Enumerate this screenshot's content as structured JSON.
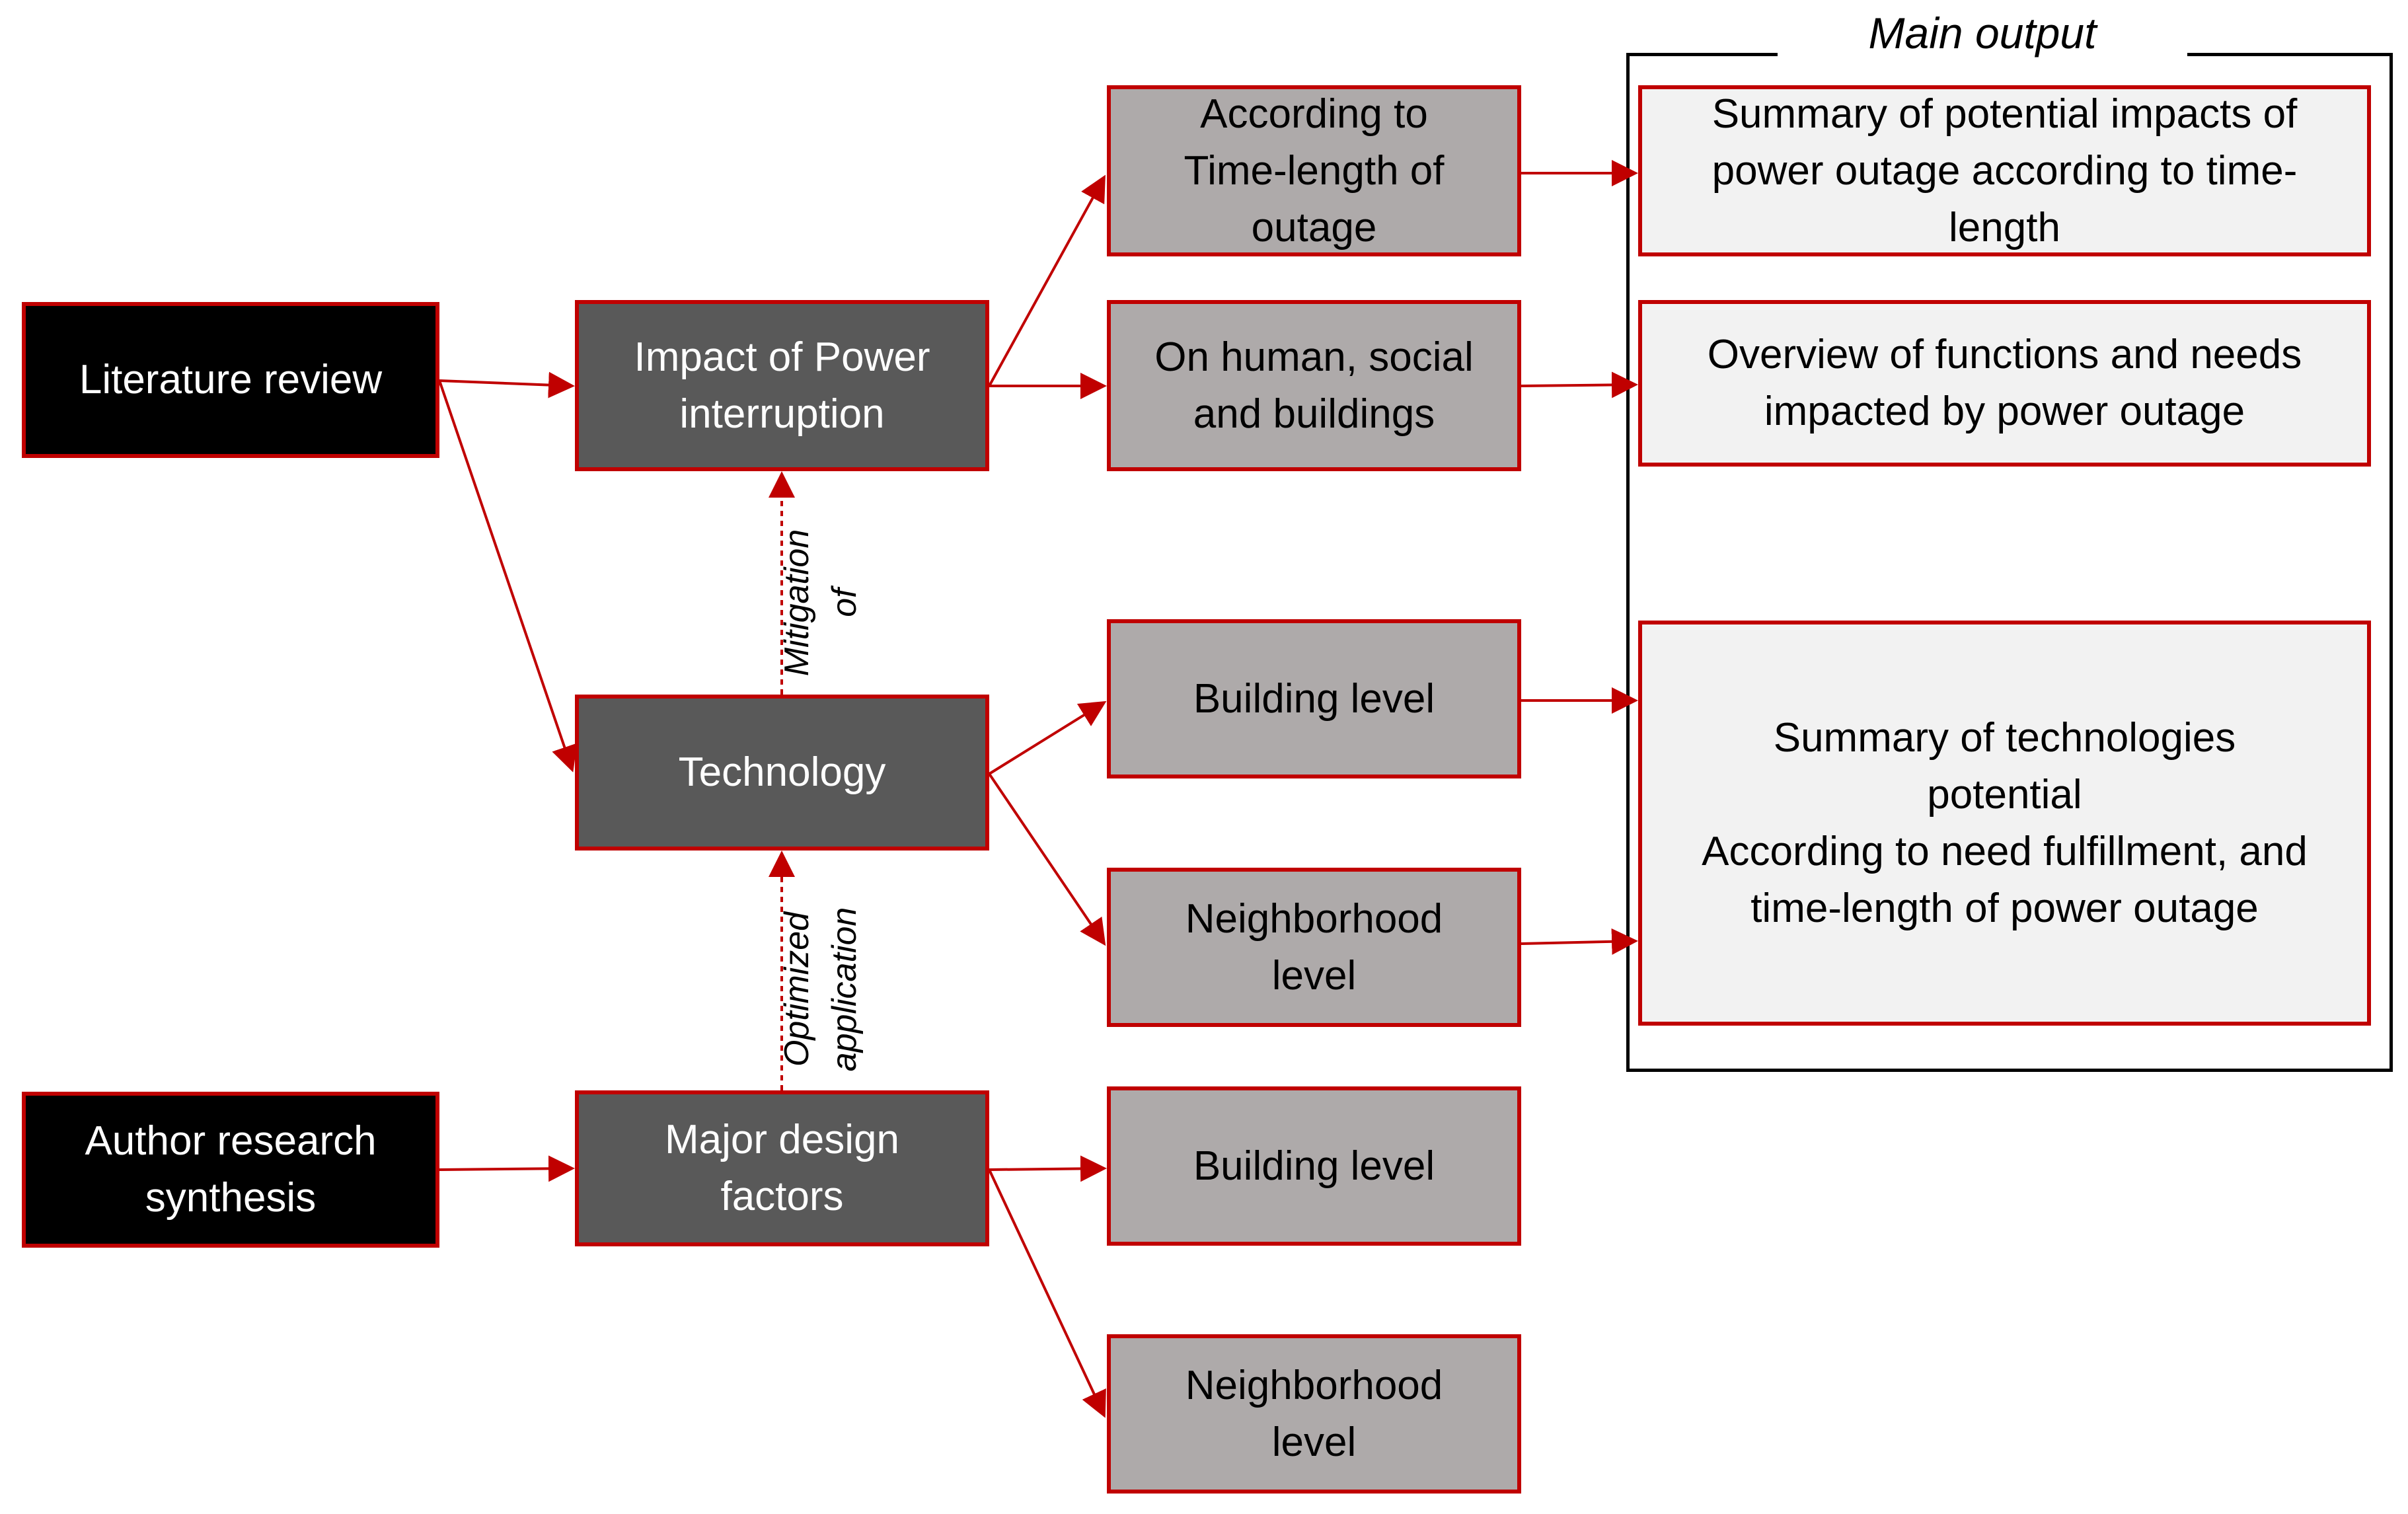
{
  "sources": {
    "literature_review": "Literature review",
    "author_research": "Author research\nsynthesis"
  },
  "middle": {
    "impact": "Impact of Power\ninterruption",
    "technology": "Technology",
    "design_factors": "Major design\nfactors"
  },
  "right": {
    "time_length": "According to\nTime-length of\noutage",
    "human_social": "On human, social\nand buildings",
    "tech_building": "Building level",
    "tech_neighborhood": "Neighborhood\nlevel",
    "design_building": "Building level",
    "design_neighborhood": "Neighborhood\nlevel"
  },
  "edge_labels": {
    "mitigation": "Mitigation\nof",
    "optimized": "Optimized\napplication"
  },
  "main_output": {
    "title": "Main output",
    "summary_impacts": "Summary of potential impacts of\npower outage according to time-\nlength",
    "overview_functions": "Overview of functions and needs\nimpacted by power outage",
    "summary_technologies": "Summary of technologies\npotential\nAccording to need fulfillment, and\ntime-length of power outage"
  },
  "colors": {
    "border_red": "#c00000",
    "source_fill": "#000000",
    "middle_fill": "#595959",
    "right_fill": "#aeaaaa",
    "output_fill": "#f2f2f2"
  }
}
